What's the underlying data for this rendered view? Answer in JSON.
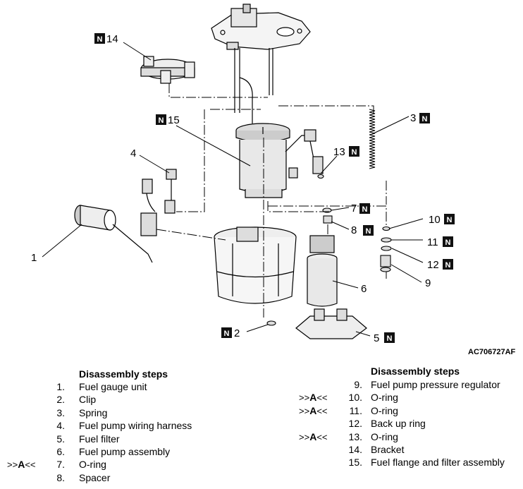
{
  "figure_code": "AC706727AF",
  "new_part_marker": "N",
  "callouts": [
    {
      "id": "c1",
      "num": "1",
      "new": false
    },
    {
      "id": "c2",
      "num": "2",
      "new": true
    },
    {
      "id": "c3",
      "num": "3",
      "new": true
    },
    {
      "id": "c4",
      "num": "4",
      "new": false
    },
    {
      "id": "c5",
      "num": "5",
      "new": true
    },
    {
      "id": "c6",
      "num": "6",
      "new": false
    },
    {
      "id": "c7",
      "num": "7",
      "new": true
    },
    {
      "id": "c8",
      "num": "8",
      "new": true
    },
    {
      "id": "c9",
      "num": "9",
      "new": false
    },
    {
      "id": "c10",
      "num": "10",
      "new": true
    },
    {
      "id": "c11",
      "num": "11",
      "new": true
    },
    {
      "id": "c12",
      "num": "12",
      "new": true
    },
    {
      "id": "c13",
      "num": "13",
      "new": true
    },
    {
      "id": "c14",
      "num": "14",
      "new": true
    },
    {
      "id": "c15",
      "num": "15",
      "new": true
    }
  ],
  "steps_left": {
    "title": "Disassembly steps",
    "items": [
      {
        "num": "1.",
        "text": "Fuel gauge unit",
        "mark": ""
      },
      {
        "num": "2.",
        "text": "Clip",
        "mark": ""
      },
      {
        "num": "3.",
        "text": "Spring",
        "mark": ""
      },
      {
        "num": "4.",
        "text": "Fuel pump wiring harness",
        "mark": ""
      },
      {
        "num": "5.",
        "text": "Fuel filter",
        "mark": ""
      },
      {
        "num": "6.",
        "text": "Fuel pump assembly",
        "mark": ""
      },
      {
        "num": "7.",
        "text": "O-ring",
        "mark": ">>A<<"
      },
      {
        "num": "8.",
        "text": "Spacer",
        "mark": ""
      }
    ]
  },
  "steps_right": {
    "title": "Disassembly steps",
    "items": [
      {
        "num": "9.",
        "text": "Fuel pump pressure regulator",
        "mark": ""
      },
      {
        "num": "10.",
        "text": "O-ring",
        "mark": ">>A<<"
      },
      {
        "num": "11.",
        "text": "O-ring",
        "mark": ">>A<<"
      },
      {
        "num": "12.",
        "text": "Back up ring",
        "mark": ""
      },
      {
        "num": "13.",
        "text": "O-ring",
        "mark": ">>A<<"
      },
      {
        "num": "14.",
        "text": "Bracket",
        "mark": ""
      },
      {
        "num": "15.",
        "text": "Fuel flange and filter assembly",
        "mark": ""
      }
    ]
  }
}
